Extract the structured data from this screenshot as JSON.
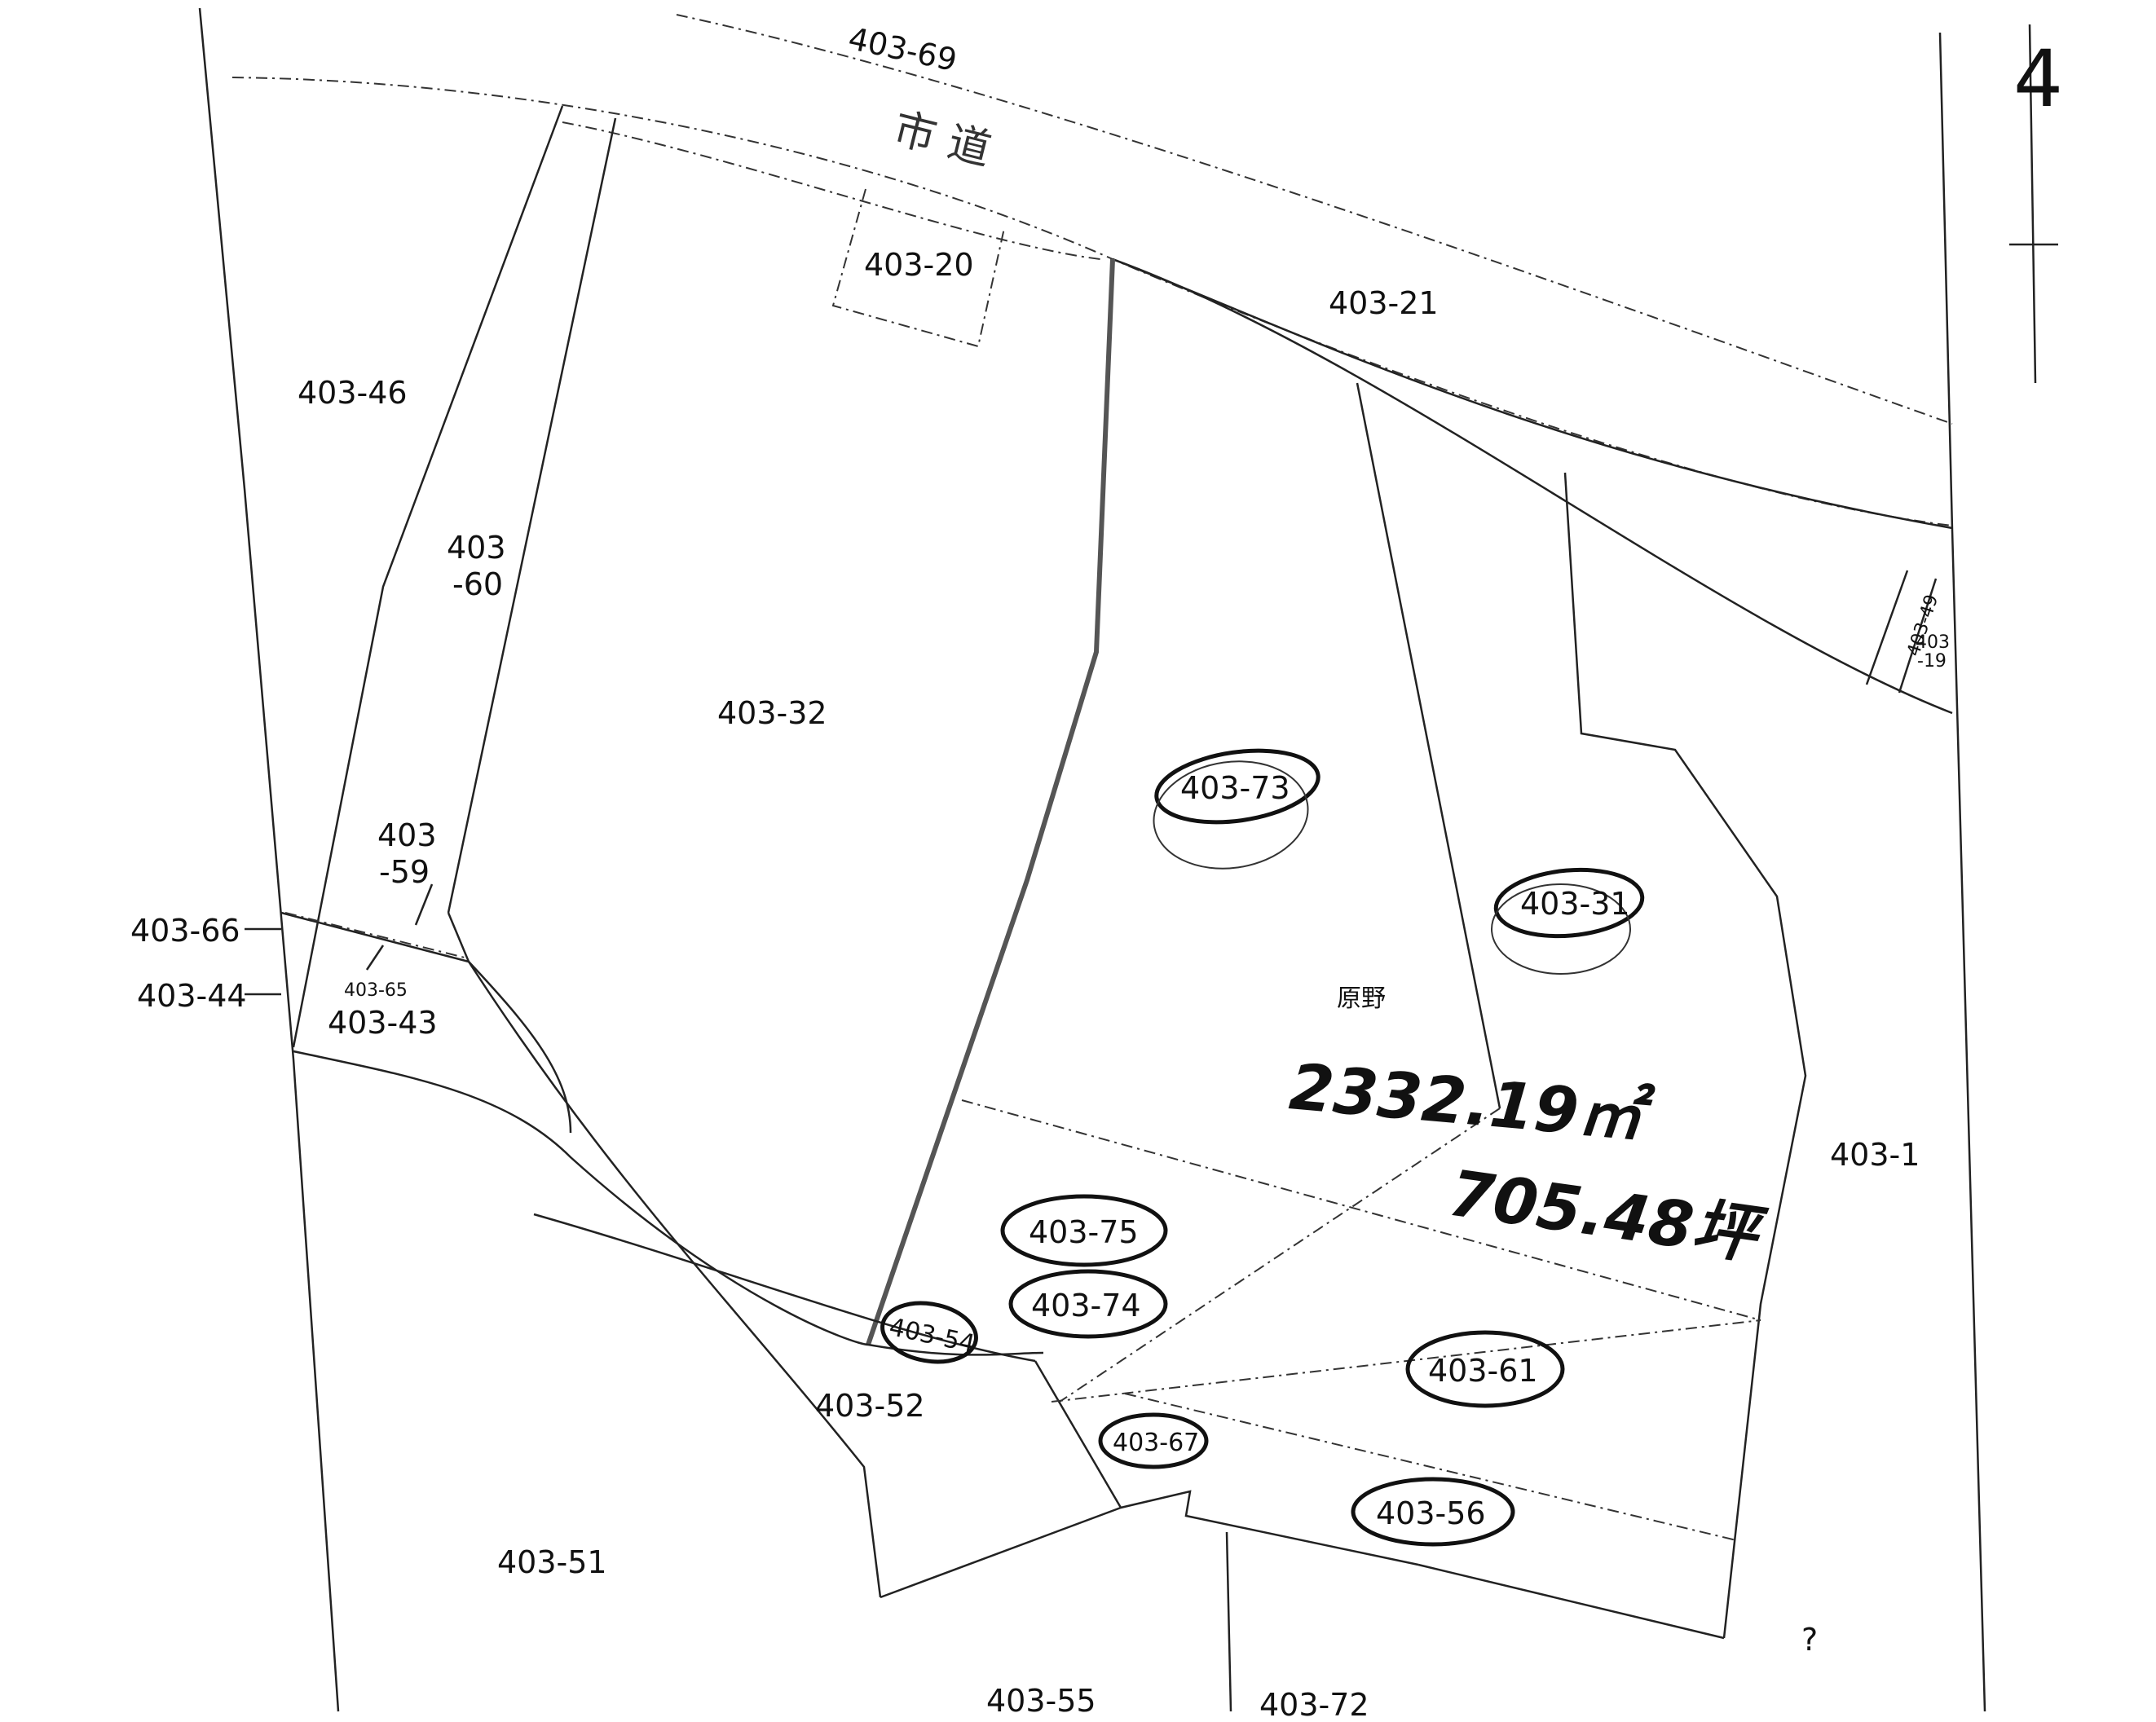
{
  "parcels": [
    {
      "id": "p69",
      "label": "403-69"
    },
    {
      "id": "p20",
      "label": "403-20"
    },
    {
      "id": "p21",
      "label": "403-21"
    },
    {
      "id": "p46",
      "label": "403-46"
    },
    {
      "id": "p60a",
      "label": "403"
    },
    {
      "id": "p60b",
      "label": "-60"
    },
    {
      "id": "p32",
      "label": "403-32"
    },
    {
      "id": "p59a",
      "label": "403"
    },
    {
      "id": "p59b",
      "label": "-59"
    },
    {
      "id": "p66",
      "label": "403-66"
    },
    {
      "id": "p44",
      "label": "403-44"
    },
    {
      "id": "p65",
      "label": "403-65"
    },
    {
      "id": "p43",
      "label": "403-43"
    },
    {
      "id": "p1",
      "label": "403-1"
    },
    {
      "id": "p52",
      "label": "403-52"
    },
    {
      "id": "p51",
      "label": "403-51"
    },
    {
      "id": "p55",
      "label": "403-55"
    },
    {
      "id": "p72",
      "label": "403-72"
    },
    {
      "id": "p49",
      "label": "403-49"
    },
    {
      "id": "p19a",
      "label": "403"
    },
    {
      "id": "p19b",
      "label": "-19"
    }
  ],
  "circled": [
    {
      "id": "c73",
      "label": "403-73"
    },
    {
      "id": "c31",
      "label": "403-31"
    },
    {
      "id": "c75",
      "label": "403-75"
    },
    {
      "id": "c74",
      "label": "403-74"
    },
    {
      "id": "c54",
      "label": "403-54"
    },
    {
      "id": "c61",
      "label": "403-61"
    },
    {
      "id": "c67",
      "label": "403-67"
    },
    {
      "id": "c56",
      "label": "403-56"
    }
  ],
  "road_label": "市  道",
  "land_type": "原野",
  "area_sqm": "2332.19㎡",
  "area_tsubo": "705.48坪",
  "question_mark": "?",
  "north_mark": "4"
}
